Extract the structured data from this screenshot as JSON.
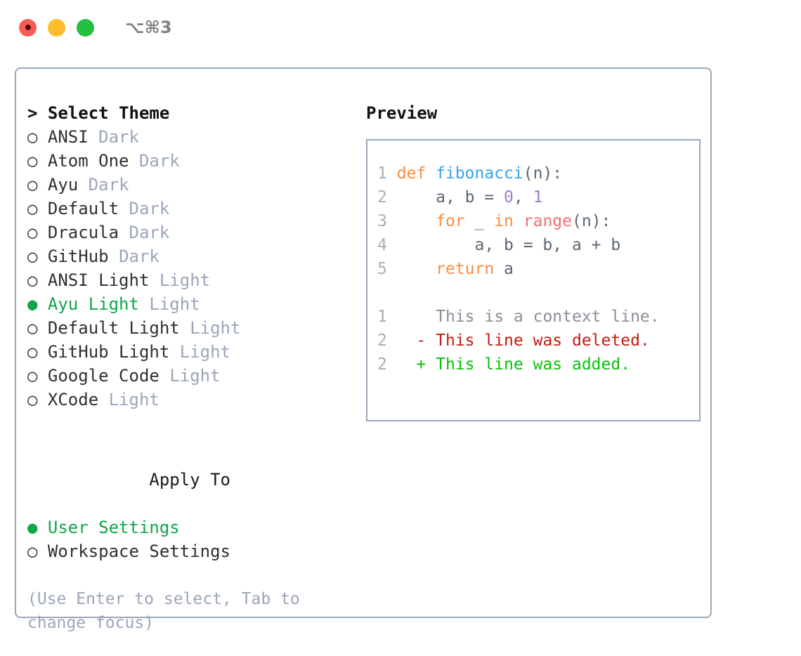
{
  "titlebar": {
    "lights": [
      {
        "name": "close-button",
        "color": "#fb5b55"
      },
      {
        "name": "minimize-button",
        "color": "#ffbd2e"
      },
      {
        "name": "maximize-button",
        "color": "#22c03e"
      }
    ],
    "shortcut": "⌥⌘3"
  },
  "theme_picker": {
    "header": "> Select Theme",
    "selected_marker": "●",
    "unselected_marker": "○",
    "selected_color": "#0fa64a",
    "suffix_color": "#9aa6b8",
    "items": [
      {
        "marker": "○",
        "name": "ANSI",
        "suffix": "Dark",
        "selected": false
      },
      {
        "marker": "○",
        "name": "Atom One",
        "suffix": "Dark",
        "selected": false
      },
      {
        "marker": "○",
        "name": "Ayu",
        "suffix": "Dark",
        "selected": false
      },
      {
        "marker": "○",
        "name": "Default",
        "suffix": "Dark",
        "selected": false
      },
      {
        "marker": "○",
        "name": "Dracula",
        "suffix": "Dark",
        "selected": false
      },
      {
        "marker": "○",
        "name": "GitHub",
        "suffix": "Dark",
        "selected": false
      },
      {
        "marker": "○",
        "name": "ANSI Light",
        "suffix": "Light",
        "selected": false
      },
      {
        "marker": "●",
        "name": "Ayu Light",
        "suffix": "Light",
        "selected": true
      },
      {
        "marker": "○",
        "name": "Default Light",
        "suffix": "Light",
        "selected": false
      },
      {
        "marker": "○",
        "name": "GitHub Light",
        "suffix": "Light",
        "selected": false
      },
      {
        "marker": "○",
        "name": "Google Code",
        "suffix": "Light",
        "selected": false
      },
      {
        "marker": "○",
        "name": "XCode",
        "suffix": "Light",
        "selected": false
      }
    ]
  },
  "apply_to": {
    "header": "Apply To",
    "items": [
      {
        "marker": "●",
        "name": "User Settings",
        "selected": true
      },
      {
        "marker": "○",
        "name": "Workspace Settings",
        "selected": false
      }
    ]
  },
  "hint": "(Use Enter to select, Tab to change focus)",
  "preview": {
    "title": "Preview",
    "code_lines": [
      {
        "num": "1",
        "tokens": [
          {
            "t": "def ",
            "c": "kw"
          },
          {
            "t": "fibonacci",
            "c": "fn"
          },
          {
            "t": "(n):",
            "c": "plain"
          }
        ]
      },
      {
        "num": "2",
        "tokens": [
          {
            "t": "    a, b = ",
            "c": "plain"
          },
          {
            "t": "0",
            "c": "num"
          },
          {
            "t": ", ",
            "c": "plain"
          },
          {
            "t": "1",
            "c": "num"
          }
        ]
      },
      {
        "num": "3",
        "tokens": [
          {
            "t": "    ",
            "c": "plain"
          },
          {
            "t": "for",
            "c": "kw"
          },
          {
            "t": " _ ",
            "c": "plain"
          },
          {
            "t": "in",
            "c": "kw"
          },
          {
            "t": " ",
            "c": "plain"
          },
          {
            "t": "range",
            "c": "bi"
          },
          {
            "t": "(n):",
            "c": "plain"
          }
        ]
      },
      {
        "num": "4",
        "tokens": [
          {
            "t": "        a, b = b, a + b",
            "c": "plain"
          }
        ]
      },
      {
        "num": "5",
        "tokens": [
          {
            "t": "    ",
            "c": "plain"
          },
          {
            "t": "return",
            "c": "kw"
          },
          {
            "t": " a",
            "c": "plain"
          }
        ]
      }
    ],
    "diff_lines": [
      {
        "num": "1",
        "sign": " ",
        "text": "This is a context line.",
        "kind": "ctx"
      },
      {
        "num": "2",
        "sign": "-",
        "text": "This line was deleted.",
        "kind": "del"
      },
      {
        "num": "2",
        "sign": "+",
        "text": "This line was added.",
        "kind": "add"
      }
    ]
  }
}
